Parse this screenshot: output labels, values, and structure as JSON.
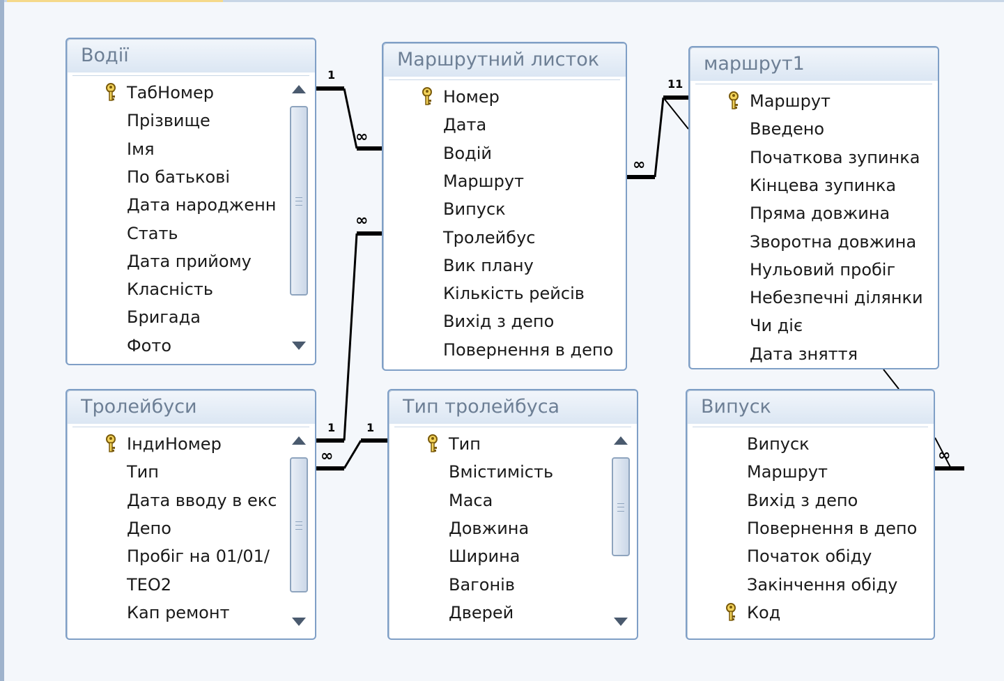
{
  "tables": {
    "vodii": {
      "title": "Водії",
      "fields": [
        "ТабНомер",
        "Прізвище",
        "Імя",
        "По батькові",
        "Дата народженн",
        "Стать",
        "Дата прийому",
        "Класність",
        "Бригада",
        "Фото"
      ],
      "key_field": "ТабНомер"
    },
    "marshrutnyi_lystok": {
      "title": "Маршрутний листок",
      "fields": [
        "Номер",
        "Дата",
        "Водій",
        "Маршрут",
        "Випуск",
        "Тролейбус",
        "Вик плану",
        "Кількість рейсів",
        "Вихід з депо",
        "Повернення в депо"
      ],
      "key_field": "Номер"
    },
    "marshrut1": {
      "title": "маршрут1",
      "fields": [
        "Маршрут",
        "Введено",
        "Початкова зупинка",
        "Кінцева зупинка",
        "Пряма довжина",
        "Зворотна довжина",
        "Нульовий пробіг",
        "Небезпечні ділянки",
        "Чи діє",
        "Дата зняття"
      ],
      "key_field": "Маршрут"
    },
    "troleibusy": {
      "title": "Тролейбуси",
      "fields": [
        "ІндиНомер",
        "Тип",
        "Дата вводу в екс",
        "Депо",
        "Пробіг на 01/01/",
        "ТЕО2",
        "Кап ремонт"
      ],
      "key_field": "ІндиНомер"
    },
    "typ_troleibusa": {
      "title": "Тип тролейбуса",
      "fields": [
        "Тип",
        "Вмістимість",
        "Маса",
        "Довжина",
        "Ширина",
        "Вагонів",
        "Дверей"
      ],
      "key_field": "Тип"
    },
    "vypusk": {
      "title": "Випуск",
      "fields": [
        "Випуск",
        "Маршрут",
        "Вихід з депо",
        "Повернення в депо",
        "Початок обіду",
        "Закінчення обіду",
        "Код"
      ],
      "key_field": "Код"
    }
  },
  "relationships": {
    "one_label": "1",
    "many_symbol": "∞",
    "one_one_label": "11"
  },
  "colors": {
    "window_border": "#7f9fc6",
    "title_text": "#6d7f95",
    "line": "#000000",
    "key_icon": "#c9a227"
  }
}
